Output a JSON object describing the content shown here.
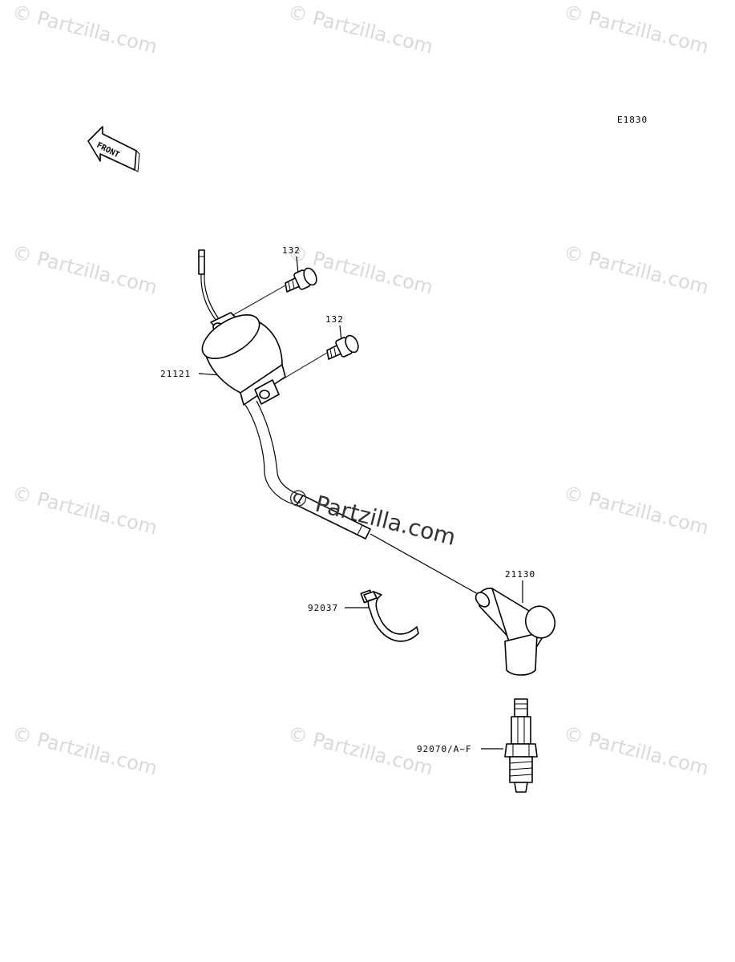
{
  "diagram_code": "E1830",
  "front_label": "FRONT",
  "watermark": "© Partzilla.com",
  "callouts": {
    "bolt_upper": "132",
    "bolt_lower": "132",
    "ignition_coil": "21121",
    "plug_cap": "21130",
    "band": "92037",
    "spark_plug": "92070/A~F"
  }
}
